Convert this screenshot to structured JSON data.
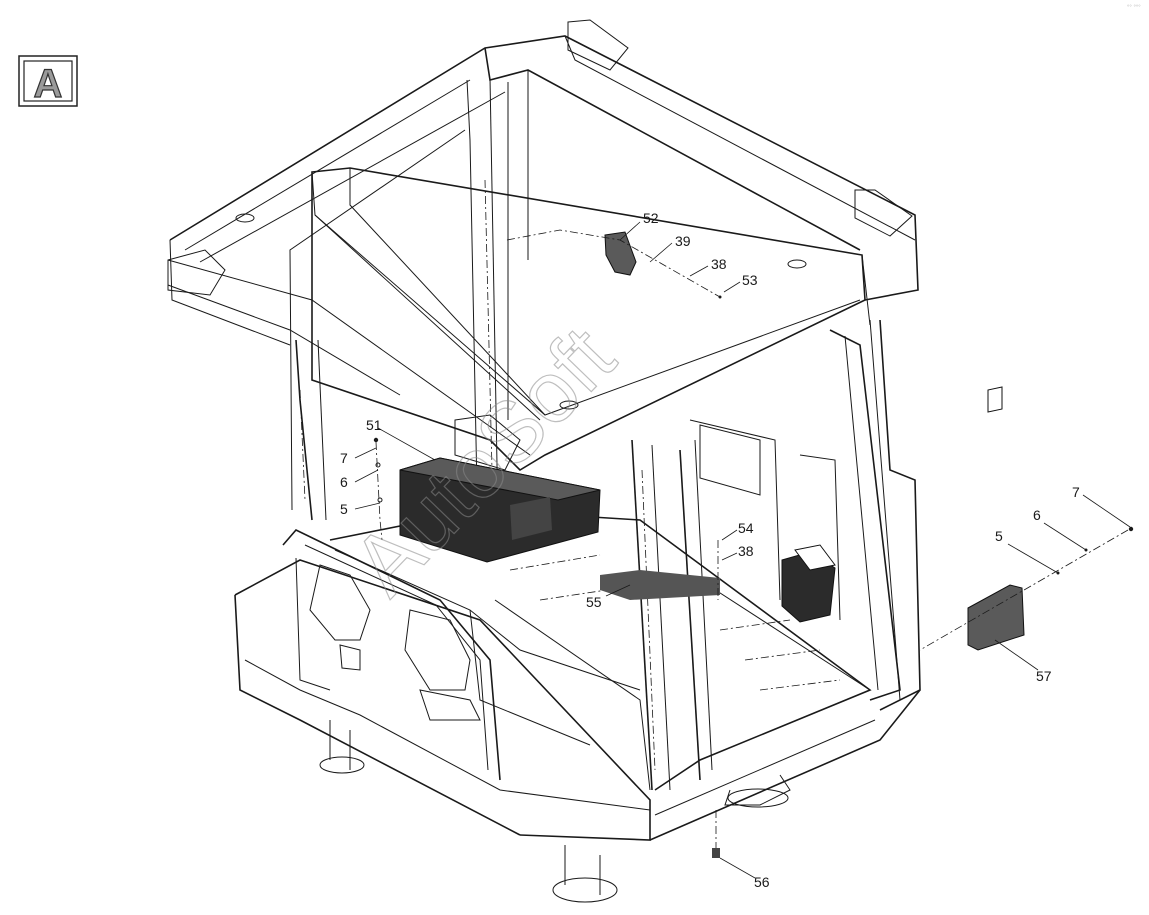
{
  "view_badge": "A",
  "watermark": "AutoSoft",
  "corner_mark": "°° °°°",
  "callouts": {
    "c52": "52",
    "c39": "39",
    "c38_top": "38",
    "c53": "53",
    "c51": "51",
    "c7_left": "7",
    "c6_left": "6",
    "c5_left": "5",
    "c54": "54",
    "c38_mid": "38",
    "c55": "55",
    "c7_right": "7",
    "c6_right": "6",
    "c5_right": "5",
    "c57": "57",
    "c56": "56"
  }
}
